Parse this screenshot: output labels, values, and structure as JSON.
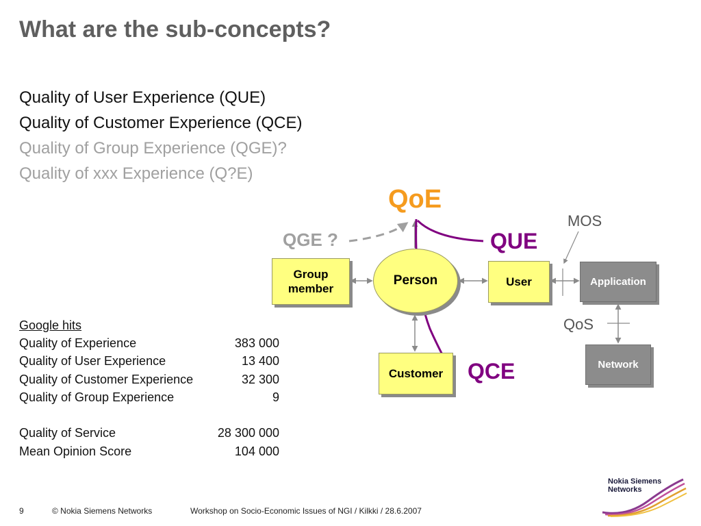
{
  "title": "What are the sub-concepts?",
  "bullets": [
    "Quality of User Experience (QUE)",
    "Quality of Customer Experience (QCE)",
    "Quality of Group Experience (QGE)?",
    "Quality of xxx Experience (Q?E)"
  ],
  "google_hits": {
    "header": "Google hits",
    "rows": [
      {
        "label": "Quality of Experience",
        "value": "383 000"
      },
      {
        "label": "Quality of User Experience",
        "value": "13 400"
      },
      {
        "label": "Quality of Customer Experience",
        "value": "32 300"
      },
      {
        "label": "Quality of Group Experience",
        "value": "9"
      },
      {
        "label": "Quality of Service",
        "value": "28 300 000"
      },
      {
        "label": "Mean Opinion Score",
        "value": "104 000"
      }
    ]
  },
  "diagram": {
    "qoe": "QoE",
    "que": "QUE",
    "qce": "QCE",
    "qge": "QGE ?",
    "mos": "MOS",
    "qos": "QoS",
    "group_member_1": "Group",
    "group_member_2": "member",
    "person": "Person",
    "user": "User",
    "customer": "Customer",
    "application": "Application",
    "network": "Network"
  },
  "footer": {
    "page": "9",
    "copyright": "© Nokia Siemens Networks",
    "event": "Workshop on Socio-Economic Issues of NGI / Kilkki / 28.6.2007"
  },
  "logo": {
    "line1": "Nokia Siemens",
    "line2": "Networks"
  },
  "colors": {
    "title": "#5f5f5f",
    "qoe": "#f59b1e",
    "purple": "#800080",
    "yellow_box": "#ffff80",
    "gray_box": "#8c8c8c",
    "light_text": "#a0a0a0"
  }
}
